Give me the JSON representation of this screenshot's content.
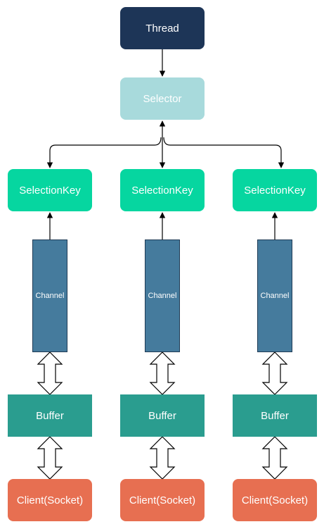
{
  "thread": {
    "label": "Thread",
    "color": "#1d3557"
  },
  "selector": {
    "label": "Selector",
    "color": "#a8dadc"
  },
  "columns": [
    {
      "selection_key": "SelectionKey",
      "channel": "Channel",
      "buffer": "Buffer",
      "client": "Client(Socket)"
    },
    {
      "selection_key": "SelectionKey",
      "channel": "Channel",
      "buffer": "Buffer",
      "client": "Client(Socket)"
    },
    {
      "selection_key": "SelectionKey",
      "channel": "Channel",
      "buffer": "Buffer",
      "client": "Client(Socket)"
    }
  ],
  "colors": {
    "selection_key": "#06d6a0",
    "channel": "#457b9d",
    "buffer": "#2a9d8f",
    "client": "#e76f51"
  }
}
